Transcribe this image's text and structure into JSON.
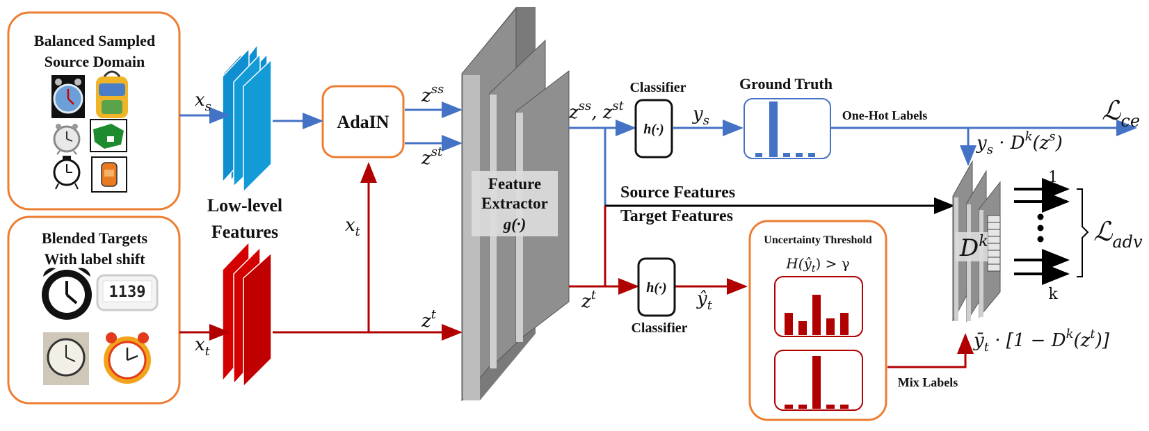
{
  "source_box": {
    "title_line1": "Balanced Sampled",
    "title_line2": "Source Domain"
  },
  "target_box": {
    "title_line1": "Blended Targets",
    "title_line2": "With label shift"
  },
  "low_level": {
    "line1": "Low-level",
    "line2": "Features"
  },
  "adain": {
    "label": "AdaIN"
  },
  "feature_extractor": {
    "line1": "Feature",
    "line2": "Extractor",
    "line3": "g(·)"
  },
  "classifier": {
    "label": "Classifier",
    "func": "h(·)"
  },
  "ground_truth": {
    "label": "Ground Truth"
  },
  "one_hot": {
    "label": "One-Hot Labels"
  },
  "source_features": {
    "label": "Source Features"
  },
  "target_features": {
    "label": "Target Features"
  },
  "uncertainty": {
    "title": "Uncertainty  Threshold",
    "formula": "H(ŷ",
    "formula_sub": "t",
    "formula_tail": ") > γ"
  },
  "mix_labels": {
    "label": "Mix Labels"
  },
  "discriminator": {
    "label": "D",
    "sup": "k"
  },
  "outputs": {
    "first": "1",
    "last": "k",
    "dots": "⋮"
  },
  "symbols": {
    "x": "x",
    "s": "s",
    "t": "t",
    "z": "z",
    "ss": "ss",
    "st": "st",
    "zss_zst": ", ",
    "y": "y",
    "yhat": "ŷ",
    "ybar": "ȳ",
    "ys_dk": " · D",
    "ys_dk_tail": "(z",
    "ys_dk_close": ")",
    "yt_dk": " · [1 − D",
    "yt_dk_tail": "(z",
    "yt_dk_close": ")]",
    "k": "k"
  },
  "losses": {
    "L": "ℒ",
    "ce": "ce",
    "adv": "adv"
  },
  "colors": {
    "blue": "#4472c4",
    "red": "#b00000",
    "orange": "#ed7d31",
    "layer_blue": "#0f8fcf",
    "layer_red": "#d40000"
  }
}
